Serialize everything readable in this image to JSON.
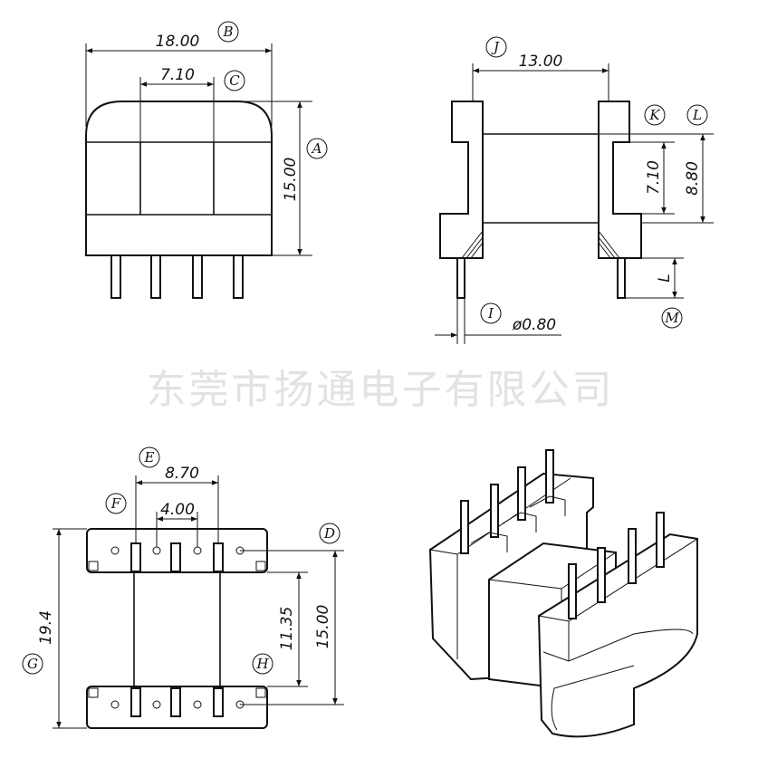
{
  "watermark": "东莞市扬通电子有限公司",
  "dimensions": {
    "d18": "18.00",
    "d710a": "7.10",
    "d1500a": "15.00",
    "d1300": "13.00",
    "d710b": "7.10",
    "d880": "8.80",
    "dL": "L",
    "d080": "ø0.80",
    "d870": "8.70",
    "d400": "4.00",
    "d194": "19.4",
    "d1135": "11.35",
    "d1500b": "15.00"
  },
  "labels": {
    "A": "A",
    "B": "B",
    "C": "C",
    "D": "D",
    "E": "E",
    "F": "F",
    "G": "G",
    "H": "H",
    "I": "I",
    "J": "J",
    "K": "K",
    "L": "L",
    "M": "M"
  }
}
